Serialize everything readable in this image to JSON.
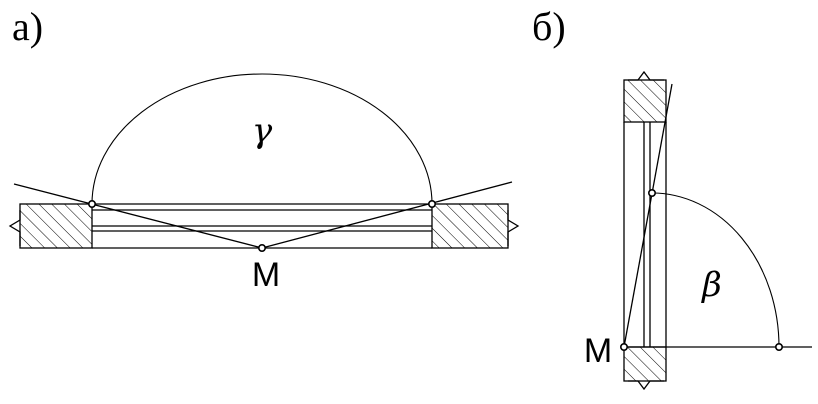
{
  "figure": {
    "panel_a": {
      "label": "а)",
      "angle_label": "γ",
      "point_label": "М"
    },
    "panel_b": {
      "label": "б)",
      "angle_label": "β",
      "point_label": "М"
    }
  }
}
